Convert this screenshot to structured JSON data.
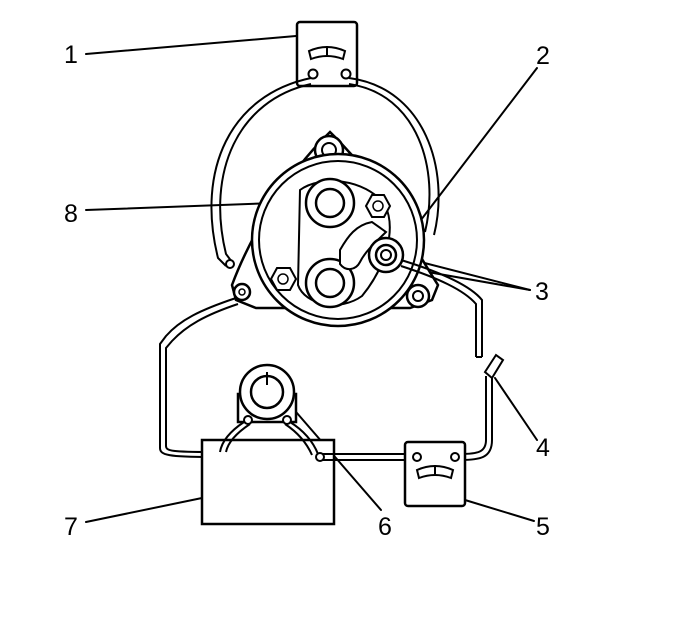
{
  "callouts": [
    {
      "id": "1",
      "text": "1"
    },
    {
      "id": "2",
      "text": "2"
    },
    {
      "id": "3",
      "text": "3"
    },
    {
      "id": "4",
      "text": "4"
    },
    {
      "id": "5",
      "text": "5"
    },
    {
      "id": "6",
      "text": "6"
    },
    {
      "id": "7",
      "text": "7"
    },
    {
      "id": "8",
      "text": "8"
    }
  ],
  "colors": {
    "line": "#000000",
    "background": "#ffffff"
  }
}
